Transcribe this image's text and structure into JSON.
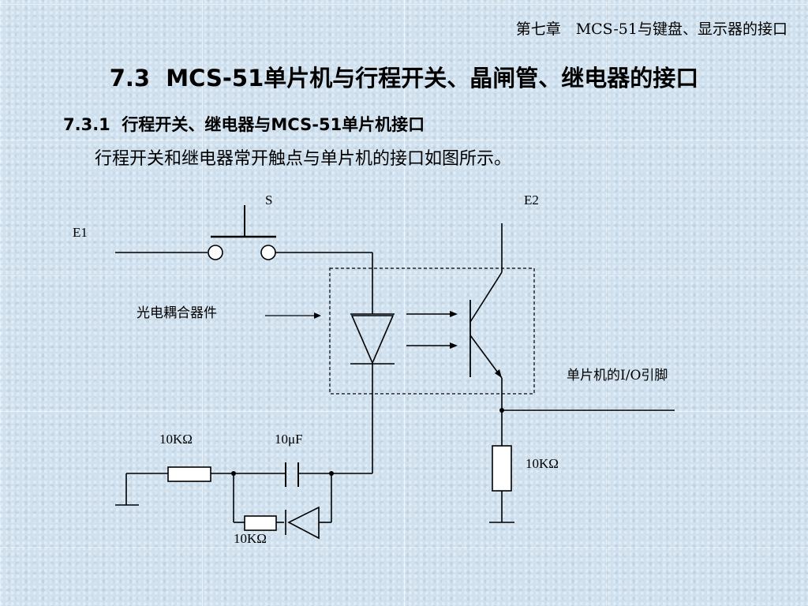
{
  "slide": {
    "chapter_header": "第七章　MCS-51与键盘、显示器的接口",
    "title": "7.3  MCS-51单片机与行程开关、晶闸管、继电器的接口",
    "section_title": "7.3.1  行程开关、继电器与MCS-51单片机接口",
    "body_text": "行程开关和继电器常开触点与单片机的接口如图所示。"
  },
  "diagram": {
    "label_s": "S",
    "label_e2": "E2",
    "label_e1": "E1",
    "label_optocoupler": "光电耦合器件",
    "label_io_pin": "单片机的I/O引脚",
    "label_r1": "10KΩ",
    "label_c1": "10μF",
    "label_r2": "10KΩ",
    "label_r3": "10KΩ"
  },
  "colors": {
    "background": "#cfe0ee",
    "text": "#000000",
    "wire": "#000000"
  }
}
